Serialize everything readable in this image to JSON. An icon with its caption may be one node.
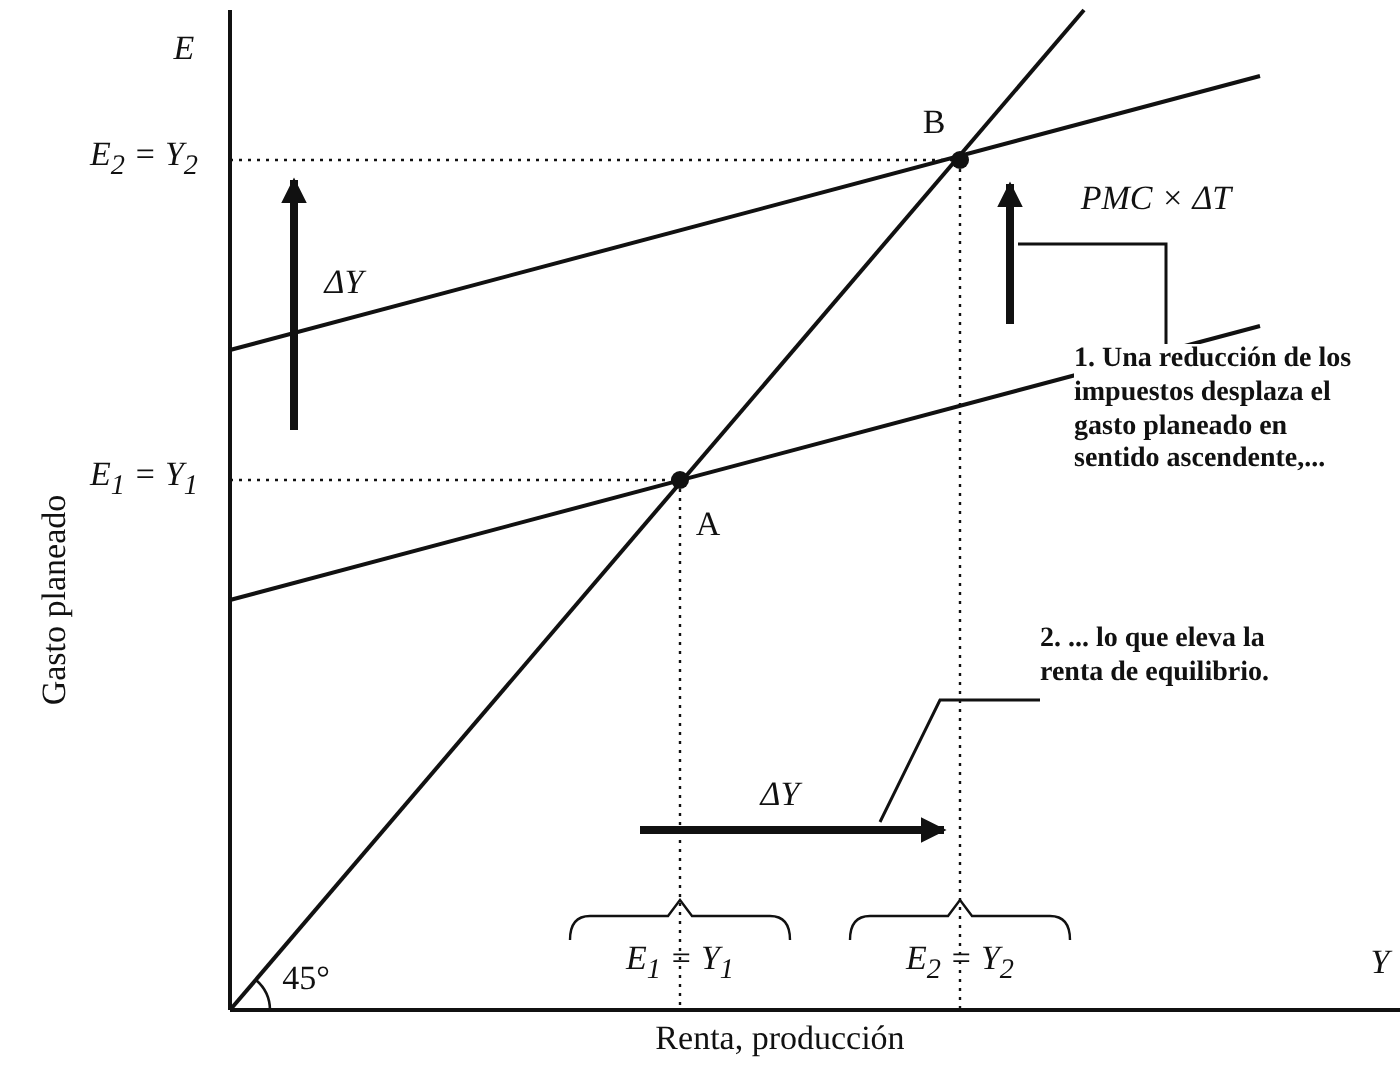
{
  "diagram": {
    "nodes": [
      {
        "text": [
          "1. Una reducción de los impuestos desplaza el gasto planeado en sentido ascendente,..."
        ]
      },
      {
        "text": [
          "2. ... lo que eleva la renta de equilibrio."
        ]
      },
      {
        "text": [],
        "shape": "arrow"
      },
      {
        "text": [],
        "shape": "arrow"
      }
    ],
    "edges": [
      {
        "from": 0,
        "to": 2,
        "arrow": "none"
      },
      {
        "from": 1,
        "to": 3,
        "arrow": "none"
      }
    ],
    "labels": [
      "E",
      "E$_{2}$ = Y$_{2}$",
      "B",
      "ΔY",
      "PMC × ΔT",
      "Gasto planeado",
      "E$_{1}$ = Y$_{1}$",
      "A",
      "ΔY",
      "45°",
      "E$_{1}$ = Y$_{1}$",
      "E$_{2}$ = Y$_{2}$",
      "Y",
      "Renta, producción"
    ]
  }
}
